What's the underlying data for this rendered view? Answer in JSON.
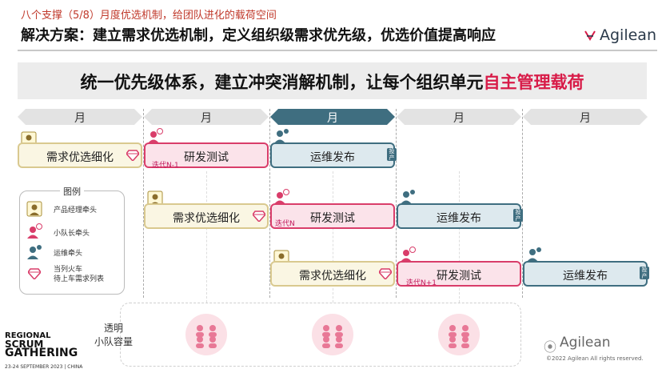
{
  "header": {
    "subtitle": "八个支撑（5/8）月度优选机制，给团队进化的载荷空间",
    "title": "解决方案：建立需求优选机制，定义组织级需求优先级，优选价值提高响应",
    "logo": "Agilean"
  },
  "banner": {
    "text_plain": "统一优先级体系，建立冲突消解机制，让每个组织单元",
    "text_highlight": "自主管理载荷"
  },
  "months": [
    "月",
    "月",
    "月",
    "月",
    "月"
  ],
  "rows": [
    {
      "req": "需求优选细化",
      "dev": "研发测试",
      "ops": "运维发布",
      "iter": "迭代N-1",
      "tag": "投产"
    },
    {
      "req": "需求优选细化",
      "dev": "研发测试",
      "ops": "运维发布",
      "iter": "迭代N",
      "tag": "投产"
    },
    {
      "req": "需求优选细化",
      "dev": "研发测试",
      "ops": "运维发布",
      "iter": "迭代N+1",
      "tag": "投产"
    }
  ],
  "legend": {
    "title": "图例",
    "items": [
      "产品经理牵头",
      "小队长牵头",
      "运维牵头",
      "当列火车\n待上车需求列表"
    ]
  },
  "team": {
    "label_line1": "透明",
    "label_line2": "小队容量"
  },
  "footer": {
    "brand_line1": "REGIONAL",
    "brand_line2": "SCRUM",
    "brand_line3": "GATHERING",
    "brand_small": "23-24 SEPTEMBER 2023 | CHINA",
    "watermark": "Agilean",
    "copyright": "©2022 Agilean All rights reserved."
  },
  "colors": {
    "highlight": "#d81b48",
    "dev_border": "#d93d6a",
    "ops_border": "#3f6e80",
    "req_border": "#d9c98f",
    "active_month": "#3f6e80"
  }
}
